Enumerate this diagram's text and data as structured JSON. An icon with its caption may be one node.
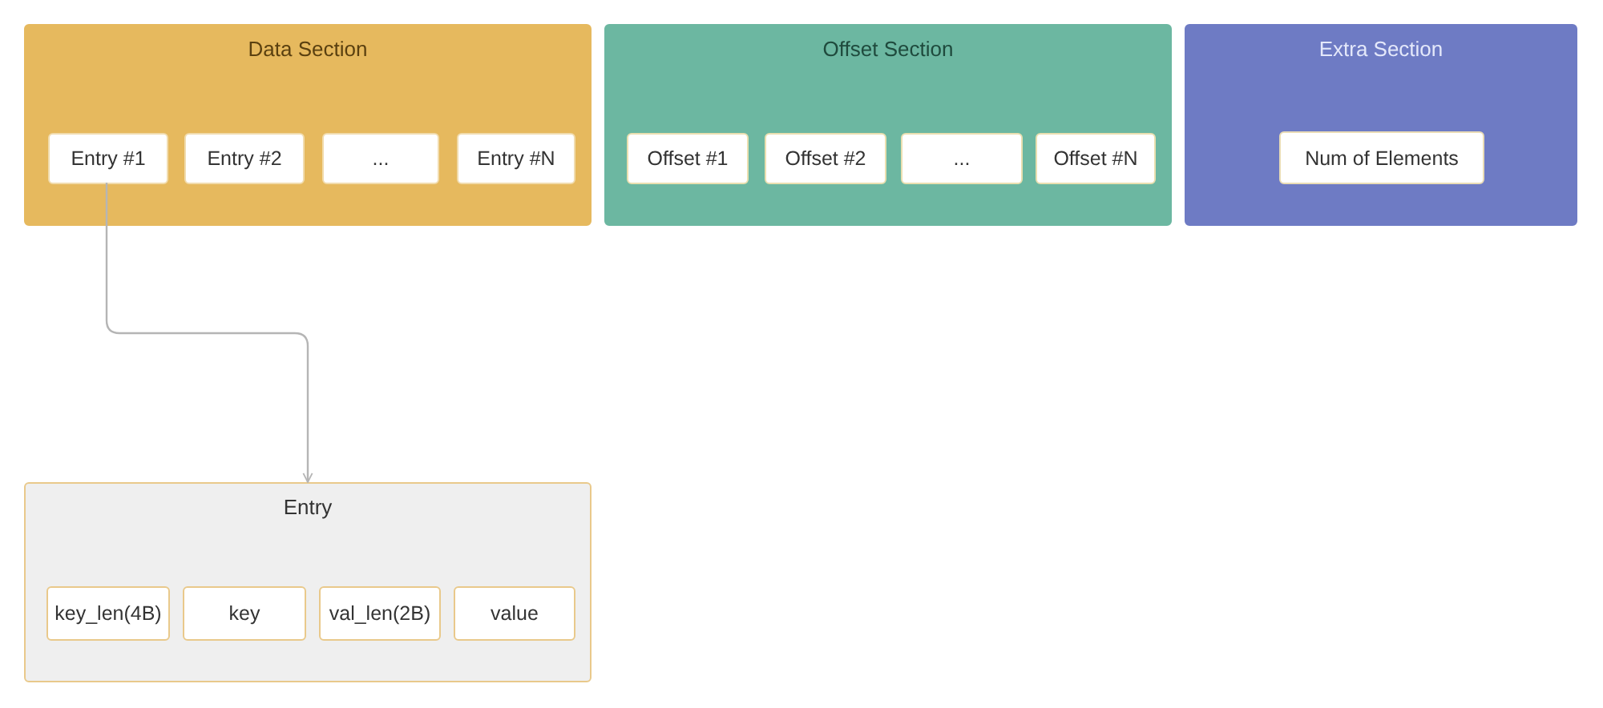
{
  "diagram": {
    "nodes": [
      {
        "text": [
          "Data Section"
        ]
      },
      {
        "text": [
          "Entry #1"
        ],
        "in": 0
      },
      {
        "text": [
          "Entry #2"
        ],
        "in": 0
      },
      {
        "text": [
          "..."
        ],
        "in": 0
      },
      {
        "text": [
          "Entry #N"
        ],
        "in": 0
      },
      {
        "text": [
          "Offset Section"
        ]
      },
      {
        "text": [
          "Offset #1"
        ],
        "in": 5
      },
      {
        "text": [
          "Offset #2"
        ],
        "in": 5
      },
      {
        "text": [
          "..."
        ],
        "in": 5
      },
      {
        "text": [
          "Offset #N"
        ],
        "in": 5
      },
      {
        "text": [
          "Extra Section"
        ]
      },
      {
        "text": [
          "Num of Elements"
        ],
        "in": 10
      },
      {
        "text": [
          "Entry"
        ]
      },
      {
        "text": [
          "key_len(4B)"
        ],
        "in": 12
      },
      {
        "text": [
          "key"
        ],
        "in": 12
      },
      {
        "text": [
          "val_len(2B)"
        ],
        "in": 12
      },
      {
        "text": [
          "value"
        ],
        "in": 12
      }
    ],
    "edges": [
      {
        "from": 1,
        "to": 12,
        "arrow": "to"
      }
    ]
  }
}
